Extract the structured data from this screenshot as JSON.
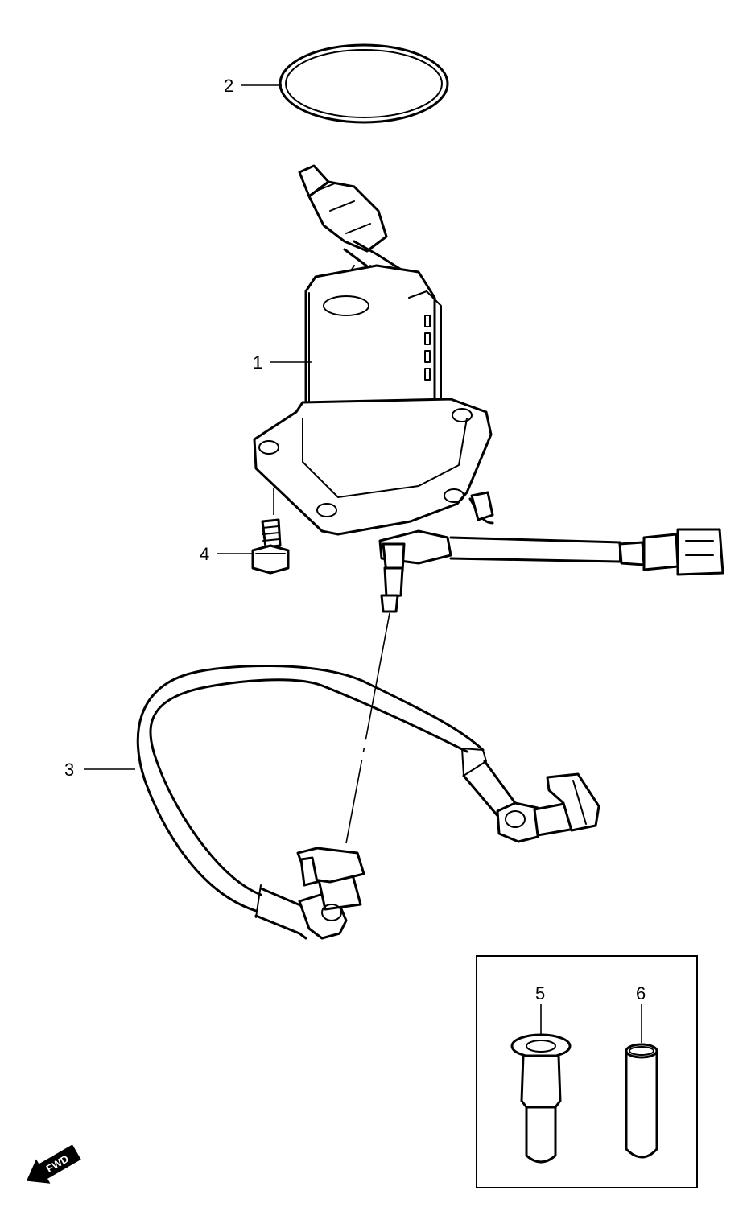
{
  "callouts": {
    "c1": "1",
    "c2": "2",
    "c3": "3",
    "c4": "4",
    "c5": "5",
    "c6": "6"
  },
  "fwd_label": "FWD"
}
